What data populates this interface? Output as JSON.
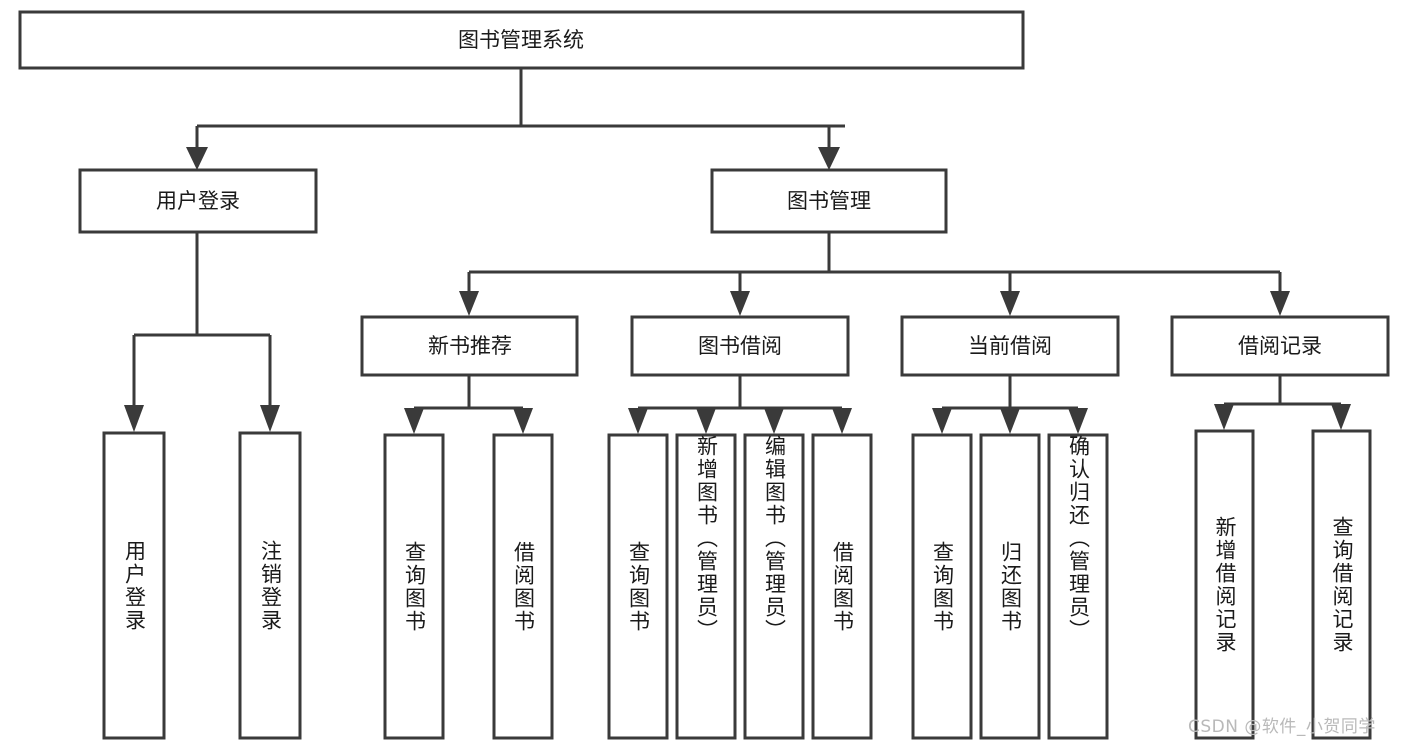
{
  "diagram": {
    "title": "图书管理系统",
    "type": "tree-hierarchy",
    "watermark": "CSDN @软件_小贺同学",
    "colors": {
      "stroke": "#3a3a3a",
      "box_fill": "#ffffff",
      "text": "#1a1a1a",
      "watermark": "#b9b9b9",
      "background": "#ffffff"
    },
    "root": {
      "label": "图书管理系统"
    },
    "level2": [
      {
        "label": "用户登录"
      },
      {
        "label": "图书管理"
      }
    ],
    "level3": [
      {
        "label": "新书推荐"
      },
      {
        "label": "图书借阅"
      },
      {
        "label": "当前借阅"
      },
      {
        "label": "借阅记录"
      }
    ],
    "leaves": {
      "user_login": [
        {
          "label": "用户登录"
        },
        {
          "label": "注销登录"
        }
      ],
      "new_book_recommend": [
        {
          "label": "查询图书"
        },
        {
          "label": "借阅图书"
        }
      ],
      "book_borrow": [
        {
          "label": "查询图书"
        },
        {
          "label": "新增图书（管理员）"
        },
        {
          "label": "编辑图书（管理员）"
        },
        {
          "label": "借阅图书"
        }
      ],
      "current_borrow": [
        {
          "label": "查询图书"
        },
        {
          "label": "归还图书"
        },
        {
          "label": "确认归还（管理员）"
        }
      ],
      "borrow_record": [
        {
          "label": "新增借阅记录"
        },
        {
          "label": "查询借阅记录"
        }
      ]
    }
  }
}
